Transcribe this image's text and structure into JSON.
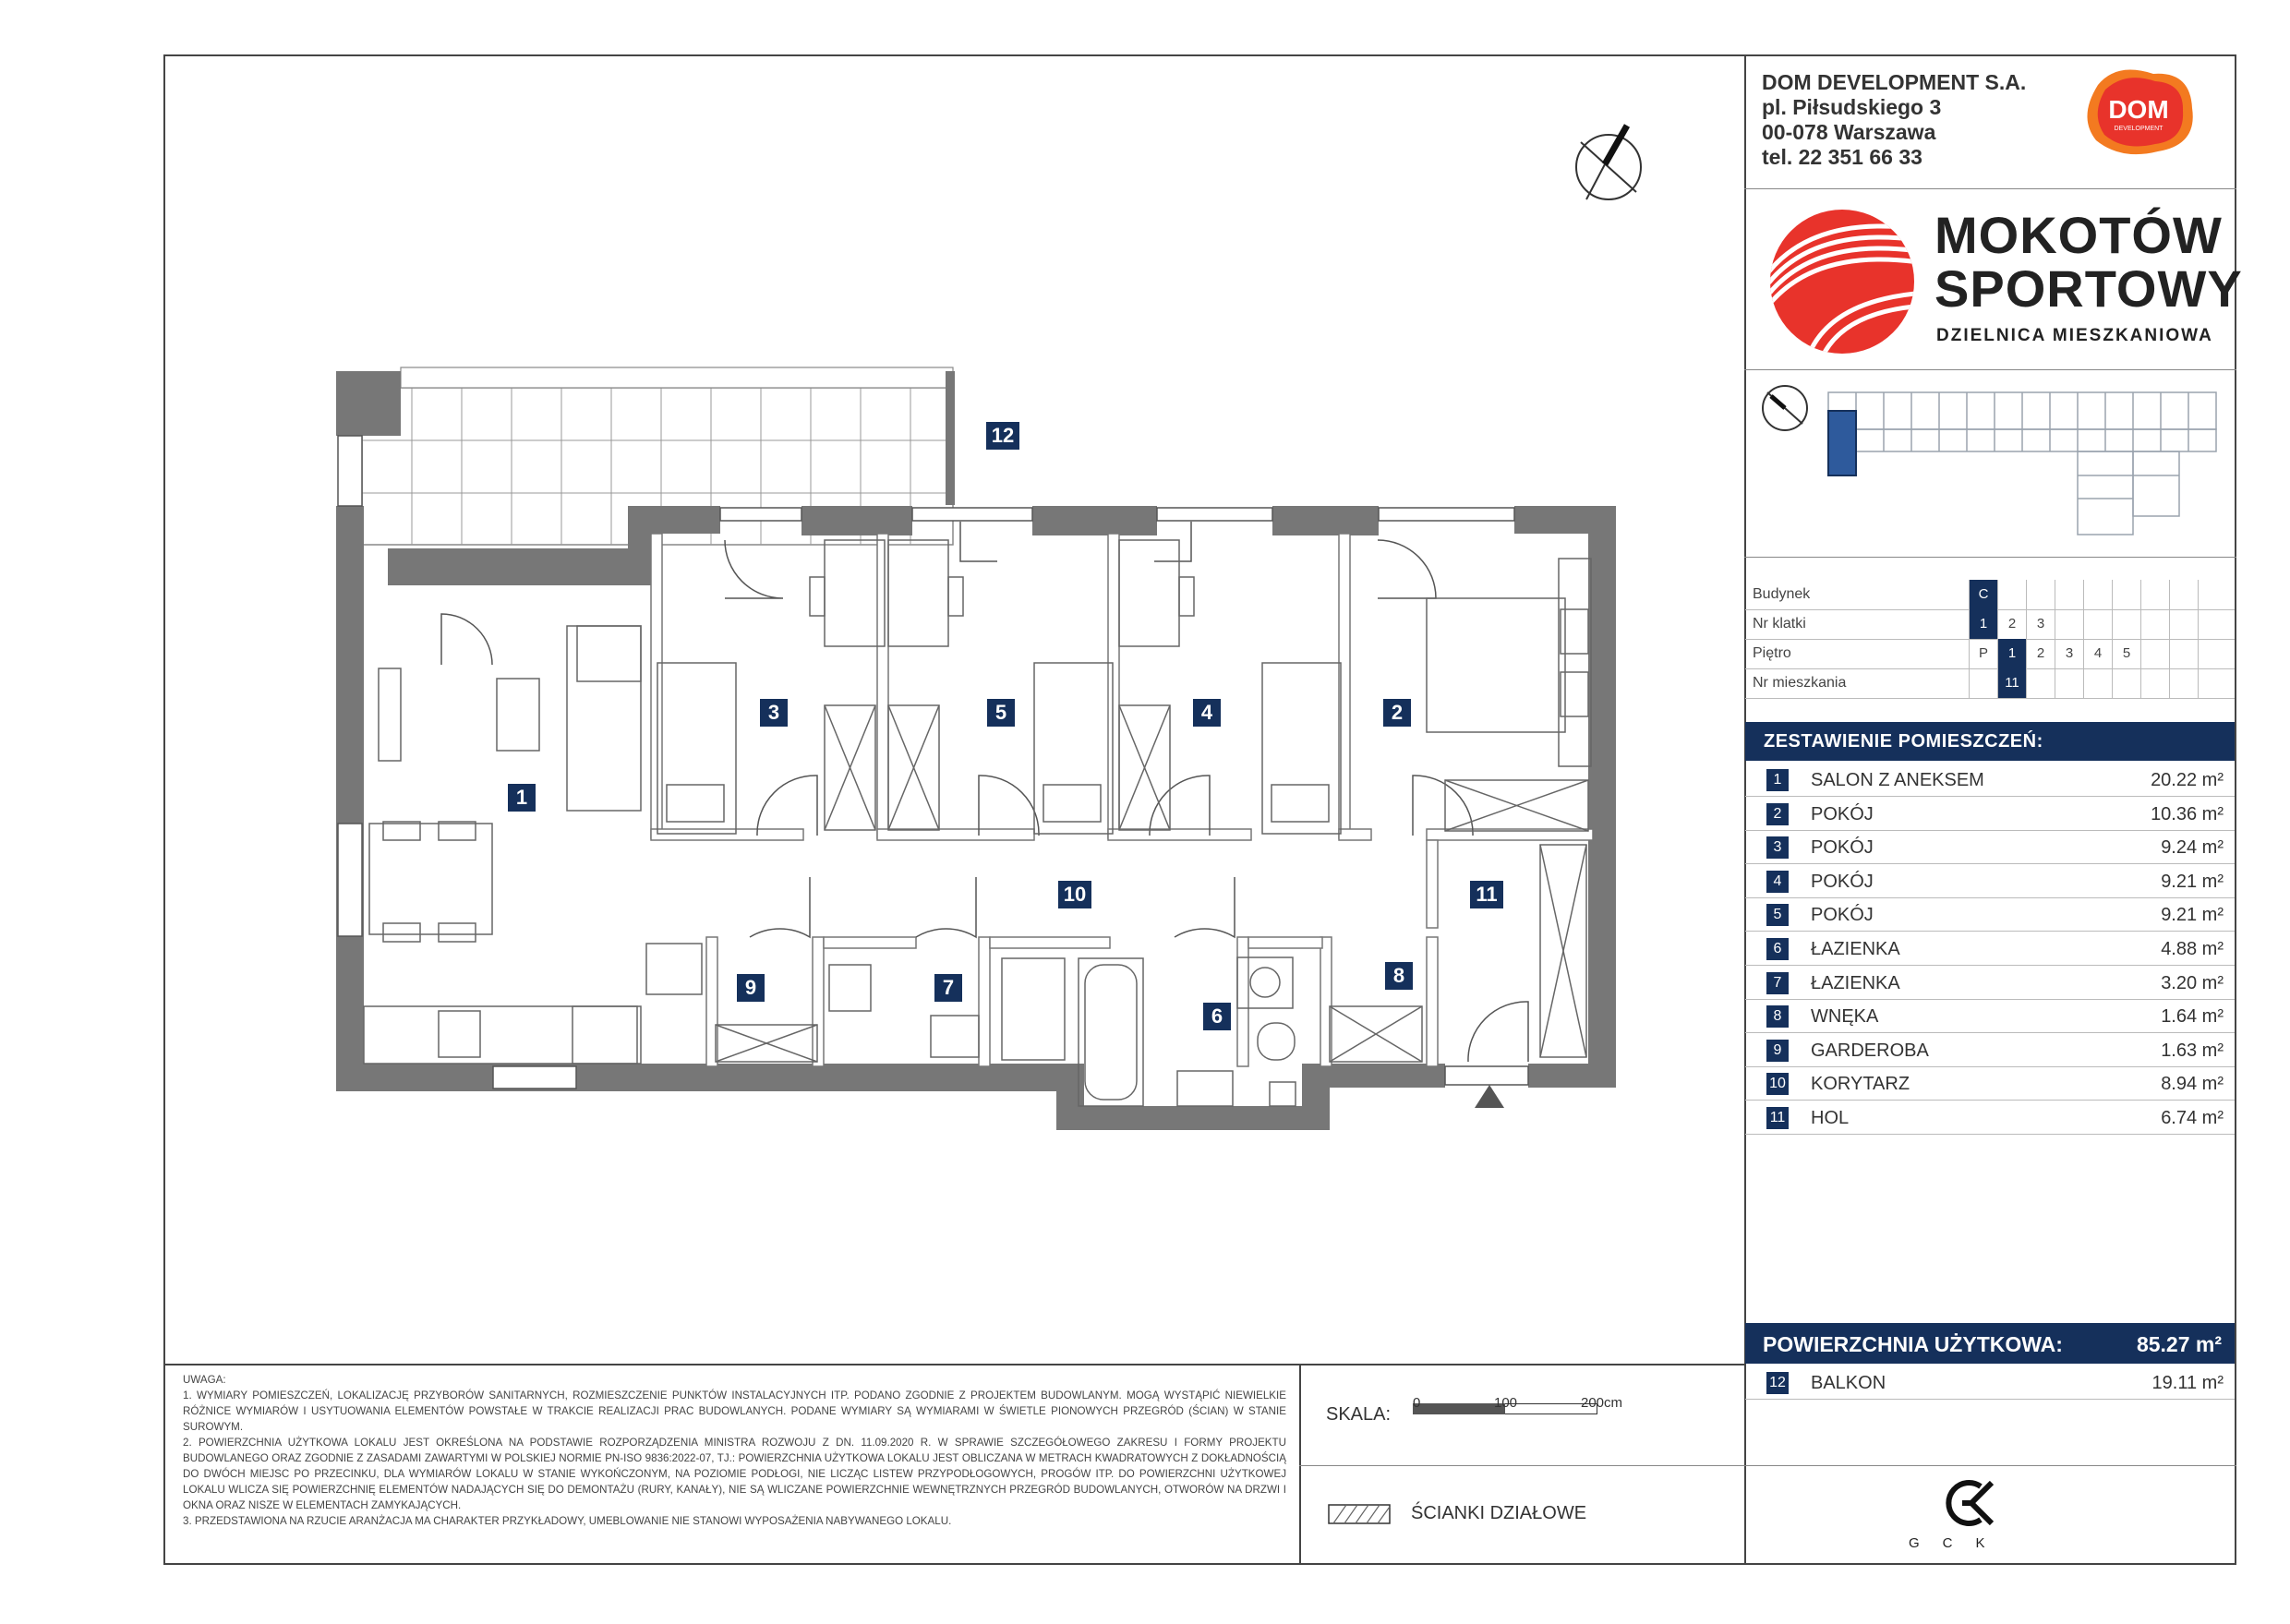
{
  "company": {
    "name": "DOM DEVELOPMENT S.A.",
    "street": "pl. Piłsudskiego 3",
    "city": "00-078 Warszawa",
    "phone": "tel. 22 351 66 33",
    "logo_line1": "DOM",
    "logo_line2": "DEVELOPMENT",
    "brand_color": "#e8332b"
  },
  "project": {
    "name_line1": "MOKOTÓW",
    "name_line2": "SPORTOWY",
    "subtitle": "DZIELNICA MIESZKANIOWA"
  },
  "info": {
    "rows": [
      {
        "label": "Budynek",
        "cells": [
          "C"
        ],
        "selected": 0
      },
      {
        "label": "Nr klatki",
        "cells": [
          "1",
          "2",
          "3"
        ],
        "selected": 0
      },
      {
        "label": "Piętro",
        "cells": [
          "P",
          "1",
          "2",
          "3",
          "4",
          "5"
        ],
        "selected": 1
      },
      {
        "label": "Nr mieszkania",
        "cells": [
          "",
          "11"
        ],
        "selected": 1
      }
    ]
  },
  "rooms": {
    "heading": "ZESTAWIENIE POMIESZCZEŃ:",
    "items": [
      {
        "num": "1",
        "name": "SALON Z ANEKSEM",
        "area": "20.22 m²"
      },
      {
        "num": "2",
        "name": "POKÓJ",
        "area": "10.36 m²"
      },
      {
        "num": "3",
        "name": "POKÓJ",
        "area": "9.24 m²"
      },
      {
        "num": "4",
        "name": "POKÓJ",
        "area": "9.21 m²"
      },
      {
        "num": "5",
        "name": "POKÓJ",
        "area": "9.21 m²"
      },
      {
        "num": "6",
        "name": "ŁAZIENKA",
        "area": "4.88 m²"
      },
      {
        "num": "7",
        "name": "ŁAZIENKA",
        "area": "3.20 m²"
      },
      {
        "num": "8",
        "name": "WNĘKA",
        "area": "1.64 m²"
      },
      {
        "num": "9",
        "name": "GARDEROBA",
        "area": "1.63 m²"
      },
      {
        "num": "10",
        "name": "KORYTARZ",
        "area": "8.94 m²"
      },
      {
        "num": "11",
        "name": "HOL",
        "area": "6.74 m²"
      }
    ],
    "total_label": "POWIERZCHNIA UŻYTKOWA:",
    "total_value": "85.27 m²",
    "balcony": {
      "num": "12",
      "name": "BALKON",
      "area": "19.11 m²"
    }
  },
  "notes": {
    "title": "UWAGA:",
    "items": [
      "1.  WYMIARY POMIESZCZEŃ, LOKALIZACJĘ PRZYBORÓW SANITARNYCH, ROZMIESZCZENIE PUNKTÓW INSTALACYJNYCH ITP. PODANO ZGODNIE Z PROJEKTEM BUDOWLANYM. MOGĄ WYSTĄPIĆ NIEWIELKIE RÓŻNICE WYMIARÓW I USYTUOWANIA ELEMENTÓW POWSTAŁE W TRAKCIE REALIZACJI PRAC BUDOWLANYCH. PODANE WYMIARY SĄ WYMIARAMI W ŚWIETLE PIONOWYCH PRZEGRÓD (ŚCIAN) W STANIE SUROWYM.",
      "2.  POWIERZCHNIA UŻYTKOWA LOKALU JEST OKREŚLONA NA PODSTAWIE ROZPORZĄDZENIA MINISTRA ROZWOJU Z DN. 11.09.2020 R. W SPRAWIE SZCZEGÓŁOWEGO ZAKRESU I FORMY PROJEKTU BUDOWLANEGO ORAZ ZGODNIE Z ZASADAMI ZAWARTYMI W POLSKIEJ NORMIE PN-ISO 9836:2022-07, TJ.: POWIERZCHNIA UŻYTKOWA LOKALU JEST OBLICZANA W METRACH KWADRATOWYCH Z DOKŁADNOŚCIĄ DO DWÓCH MIEJSC PO PRZECINKU, DLA WYMIARÓW LOKALU W STANIE WYKOŃCZONYM, NA POZIOMIE PODŁOGI, NIE LICZĄC LISTEW PRZYPODŁOGOWYCH, PROGÓW ITP. DO POWIERZCHNI UŻYTKOWEJ LOKALU WLICZA SIĘ POWIERZCHNIĘ ELEMENTÓW NADAJĄCYCH SIĘ DO DEMONTAŻU (RURY, KANAŁY), NIE SĄ WLICZANE POWIERZCHNIE WEWNĘTRZNYCH PRZEGRÓD BUDOWLANYCH, OTWORÓW NA DRZWI I OKNA ORAZ NISZE W ELEMENTACH ZAMYKAJĄCYCH.",
      "3.  PRZEDSTAWIONA NA RZUCIE ARANŻACJA MA CHARAKTER PRZYKŁADOWY, UMEBLOWANIE NIE STANOWI WYPOSAŻENIA NABYWANEGO LOKALU."
    ]
  },
  "scale": {
    "label": "SKALA:",
    "t0": "0",
    "t1": "100",
    "t2": "200cm"
  },
  "legend": {
    "label": "ŚCIANKI DZIAŁOWE"
  },
  "gck": {
    "letters": "GCK"
  },
  "plan": {
    "labels": [
      "1",
      "2",
      "3",
      "4",
      "5",
      "6",
      "7",
      "8",
      "9",
      "10",
      "11",
      "12"
    ]
  }
}
